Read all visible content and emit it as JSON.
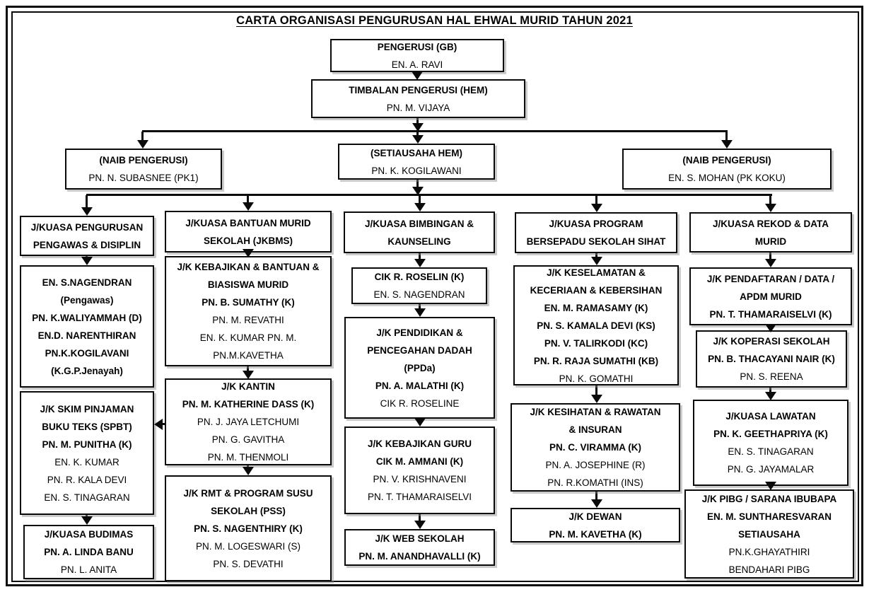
{
  "title": "CARTA ORGANISASI PENGURUSAN HAL EHWAL MURID TAHUN 2021",
  "colors": {
    "ink": "#0a0a0a",
    "background": "#ffffff"
  },
  "nodes": {
    "pengerusi": [
      {
        "text": "PENGERUSI (GB)",
        "bold": true
      },
      {
        "text": "EN. A. RAVI",
        "bold": false
      }
    ],
    "timbalan": [
      {
        "text": "TIMBALAN PENGERUSI (HEM)",
        "bold": true
      },
      {
        "text": "PN. M. VIJAYA",
        "bold": false
      }
    ],
    "naib_left": [
      {
        "text": "(NAIB PENGERUSI)",
        "bold": true
      },
      {
        "text": "PN. N. SUBASNEE (PK1)",
        "bold": false
      }
    ],
    "setiausaha": [
      {
        "text": "(SETIAUSAHA HEM)",
        "bold": true
      },
      {
        "text": "PN. K. KOGILAWANI",
        "bold": false
      }
    ],
    "naib_right": [
      {
        "text": "(NAIB PENGERUSI)",
        "bold": true
      },
      {
        "text": "EN. S. MOHAN (PK KOKU)",
        "bold": false
      }
    ],
    "c1_header": [
      {
        "text": "J/KUASA PENGURUSAN",
        "bold": true
      },
      {
        "text": "PENGAWAS  & DISIPLIN",
        "bold": true
      }
    ],
    "c1_members": [
      {
        "text": "EN. S.NAGENDRAN",
        "bold": true
      },
      {
        "text": "(Pengawas)",
        "bold": true
      },
      {
        "text": "PN. K.WALIYAMMAH (D)",
        "bold": true
      },
      {
        "text": "EN.D. NARENTHIRAN",
        "bold": true
      },
      {
        "text": "PN.K.KOGILAVANI",
        "bold": true
      },
      {
        "text": "(K.G.P.Jenayah)",
        "bold": true
      }
    ],
    "c1_spbt": [
      {
        "text": "J/K SKIM PINJAMAN",
        "bold": true
      },
      {
        "text": "BUKU TEKS (SPBT)",
        "bold": true
      },
      {
        "text": "PN. M. PUNITHA (K)",
        "bold": true
      },
      {
        "text": "EN. K. KUMAR",
        "bold": false
      },
      {
        "text": "PN. R. KALA DEVI",
        "bold": false
      },
      {
        "text": "EN. S. TINAGARAN",
        "bold": false
      }
    ],
    "c1_budimas": [
      {
        "text": "J/KUASA BUDIMAS",
        "bold": true
      },
      {
        "text": "PN. A. LINDA BANU",
        "bold": true
      },
      {
        "text": "PN. L. ANITA",
        "bold": false
      }
    ],
    "c2_header": [
      {
        "text": "J/KUASA BANTUAN MURID",
        "bold": true
      },
      {
        "text": "SEKOLAH (JKBMS)",
        "bold": true
      }
    ],
    "c2_kebajikan": [
      {
        "text": "J/K KEBAJIKAN & BANTUAN &",
        "bold": true
      },
      {
        "text": "BIASISWA MURID",
        "bold": true
      },
      {
        "text": "PN. B. SUMATHY (K)",
        "bold": true
      },
      {
        "text": "PN. M. REVATHI",
        "bold": false
      },
      {
        "text": "EN. K. KUMAR PN. M.",
        "bold": false
      },
      {
        "text": "PN.M.KAVETHA",
        "bold": false
      }
    ],
    "c2_kantin": [
      {
        "text": "J/K KANTIN",
        "bold": true
      },
      {
        "text": "PN. M. KATHERINE DASS (K)",
        "bold": true
      },
      {
        "text": "PN. J. JAYA LETCHUMI",
        "bold": false
      },
      {
        "text": "PN. G. GAVITHA",
        "bold": false
      },
      {
        "text": "PN. M. THENMOLI",
        "bold": false
      }
    ],
    "c2_rmt": [
      {
        "text": "J/K RMT & PROGRAM SUSU",
        "bold": true
      },
      {
        "text": "SEKOLAH (PSS)",
        "bold": true
      },
      {
        "text": "PN. S. NAGENTHIRY (K)",
        "bold": true
      },
      {
        "text": "PN. M. LOGESWARI (S)",
        "bold": false
      },
      {
        "text": "PN. S. DEVATHI",
        "bold": false
      }
    ],
    "c3_header": [
      {
        "text": "J/KUASA BIMBINGAN &",
        "bold": true
      },
      {
        "text": "KAUNSELING",
        "bold": true
      }
    ],
    "c3_roselin": [
      {
        "text": "CIK R. ROSELIN (K)",
        "bold": true
      },
      {
        "text": "EN. S. NAGENDRAN",
        "bold": false
      }
    ],
    "c3_ppda": [
      {
        "text": "J/K PENDIDIKAN  &",
        "bold": true
      },
      {
        "text": "PENCEGAHAN DADAH",
        "bold": true
      },
      {
        "text": "(PPDa)",
        "bold": true
      },
      {
        "text": "PN. A. MALATHI (K)",
        "bold": true
      },
      {
        "text": "CIK R. ROSELINE",
        "bold": false
      }
    ],
    "c3_kebajikan_guru": [
      {
        "text": "J/K KEBAJIKAN GURU",
        "bold": true
      },
      {
        "text": "CIK M. AMMANI (K)",
        "bold": true
      },
      {
        "text": "PN. V. KRISHNAVENI",
        "bold": false
      },
      {
        "text": "PN. T. THAMARAISELVI",
        "bold": false
      }
    ],
    "c3_web": [
      {
        "text": "J/K WEB SEKOLAH",
        "bold": true
      },
      {
        "text": "PN. M. ANANDHAVALLI (K)",
        "bold": true
      }
    ],
    "c4_header": [
      {
        "text": "J/KUASA PROGRAM",
        "bold": true
      },
      {
        "text": "BERSEPADU SEKOLAH SIHAT",
        "bold": true
      }
    ],
    "c4_keselamatan": [
      {
        "text": "J/K KESELAMATAN &",
        "bold": true
      },
      {
        "text": "KECERIAAN  & KEBERSIHAN",
        "bold": true
      },
      {
        "text": "EN. M. RAMASAMY (K)",
        "bold": true
      },
      {
        "text": "PN. S. KAMALA DEVI  (KS)",
        "bold": true
      },
      {
        "text": "PN. V. TALIRKODI (KC)",
        "bold": true
      },
      {
        "text": "PN. R. RAJA SUMATHI (KB)",
        "bold": true
      },
      {
        "text": "PN. K. GOMATHI",
        "bold": false
      }
    ],
    "c4_kesihatan": [
      {
        "text": "J/K KESIHATAN & RAWATAN",
        "bold": true
      },
      {
        "text": "& INSURAN",
        "bold": true
      },
      {
        "text": "PN. C. VIRAMMA (K)",
        "bold": true
      },
      {
        "text": "PN. A. JOSEPHINE (R)",
        "bold": false
      },
      {
        "text": "PN. R.KOMATHI (INS)",
        "bold": false
      }
    ],
    "c4_dewan": [
      {
        "text": "J/K DEWAN",
        "bold": true
      },
      {
        "text": "PN. M. KAVETHA (K)",
        "bold": true
      }
    ],
    "c5_header": [
      {
        "text": "J/KUASA REKOD & DATA",
        "bold": true
      },
      {
        "text": "MURID",
        "bold": true
      }
    ],
    "c5_pendaftaran": [
      {
        "text": "J/K PENDAFTARAN / DATA /",
        "bold": true
      },
      {
        "text": "APDM MURID",
        "bold": true
      },
      {
        "text": "PN. T. THAMARAISELVI (K)",
        "bold": true
      }
    ],
    "c5_koperasi": [
      {
        "text": "J/K KOPERASI SEKOLAH",
        "bold": true
      },
      {
        "text": "PN. B. THACAYANI NAIR (K)",
        "bold": true
      },
      {
        "text": "PN. S. REENA",
        "bold": false
      }
    ],
    "c5_lawatan": [
      {
        "text": "J/KUASA  LAWATAN",
        "bold": true
      },
      {
        "text": "PN. K. GEETHAPRIYA (K)",
        "bold": true
      },
      {
        "text": "EN. S. TINAGARAN",
        "bold": false
      },
      {
        "text": "PN. G. JAYAMALAR",
        "bold": false
      }
    ],
    "c5_pibg": [
      {
        "text": "J/K PIBG / SARANA IBUBAPA",
        "bold": true
      },
      {
        "text": "EN. M. SUNTHARESVARAN",
        "bold": true
      },
      {
        "text": "SETIAUSAHA",
        "bold": true
      },
      {
        "text": "PN.K.GHAYATHIRI",
        "bold": false
      },
      {
        "text": "BENDAHARI PIBG",
        "bold": false
      }
    ]
  }
}
